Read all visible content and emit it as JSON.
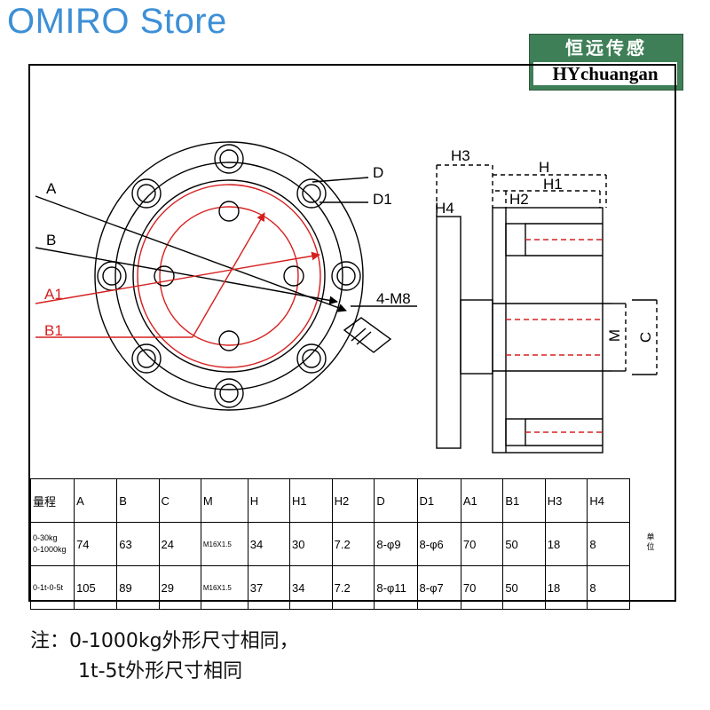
{
  "store_name": "OMIRO Store",
  "logo": {
    "chinese": "恒远传感",
    "english": "HYchuangan",
    "bg_color": "#3f7f57"
  },
  "drawing": {
    "front_labels": {
      "a": "A",
      "b": "B",
      "a1": "A1",
      "b1": "B1",
      "d": "D",
      "d1": "D1",
      "thread": "4-M8"
    },
    "side_labels": {
      "h3": "H3",
      "h4": "H4",
      "h": "H",
      "h1": "H1",
      "h2": "H2",
      "m": "M",
      "c": "C"
    },
    "line_color": "#000000",
    "highlight_color": "#d62020"
  },
  "table": {
    "headers": [
      "量程",
      "A",
      "B",
      "C",
      "M",
      "H",
      "H1",
      "H2",
      "D",
      "D1",
      "A1",
      "B1",
      "H3",
      "H4"
    ],
    "rows": [
      {
        "range_line1": "0-30kg",
        "range_line2": "0-1000kg",
        "values": [
          "74",
          "63",
          "24",
          "M16X1.5",
          "34",
          "30",
          "7.2",
          "8-φ9",
          "8-φ6",
          "70",
          "50",
          "18",
          "8"
        ]
      },
      {
        "range_line1": "0-1t-0-5t",
        "range_line2": "",
        "values": [
          "105",
          "89",
          "29",
          "M16X1.5",
          "37",
          "34",
          "7.2",
          "8-φ11",
          "8-φ7",
          "70",
          "50",
          "18",
          "8"
        ]
      }
    ],
    "unit_line1": "单",
    "unit_line2": "位"
  },
  "note": {
    "line1": "注：0-1000kg外形尺寸相同，",
    "line2": "1t-5t外形尺寸相同"
  }
}
